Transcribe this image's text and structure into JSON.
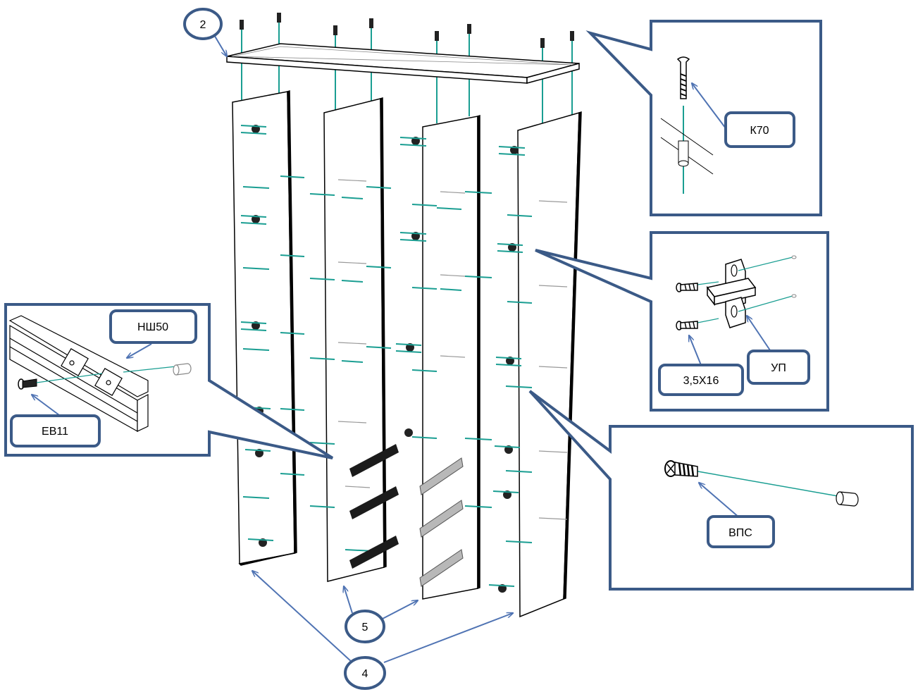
{
  "colors": {
    "callout_border": "#3b5a87",
    "arrow": "#4f73b3",
    "dowel": "#1a9e92",
    "part_outline": "#000000",
    "background": "#ffffff"
  },
  "labels": {
    "top_panel": "2",
    "side_panels": "4",
    "middle_panels": "5",
    "screw_k70": "К70",
    "runner_nsh50": "НШ50",
    "screw_ev11": "ЕВ11",
    "bracket_up": "УП",
    "screw_3_5x16": "3,5Х16",
    "dowel_vps": "ВПС"
  }
}
